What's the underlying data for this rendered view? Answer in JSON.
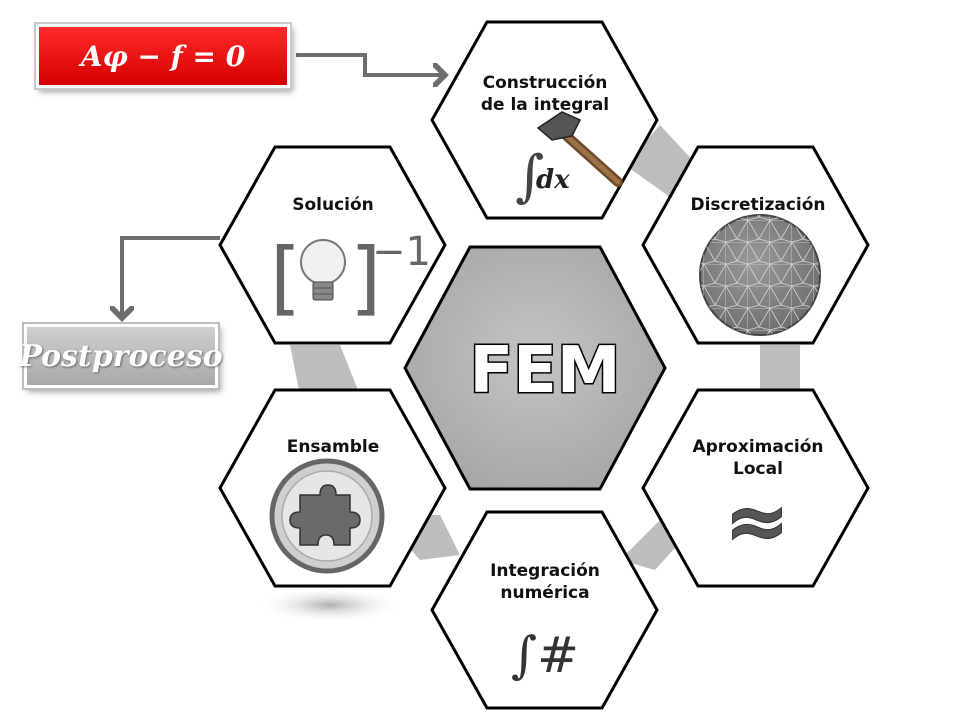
{
  "center": {
    "label": "FEM"
  },
  "equation": {
    "text": "Aφ − f = 0"
  },
  "postprocess": {
    "label": "Postproceso"
  },
  "nodes": [
    {
      "label_1": "Construcción",
      "label_2": "de la integral",
      "symbol": "∫ dx",
      "icon": "hammer-icon"
    },
    {
      "label_1": "Discretización",
      "icon": "mesh-disc-icon"
    },
    {
      "label_1": "Aproximación",
      "label_2": "Local",
      "symbol": "≈"
    },
    {
      "label_1": "Integración",
      "label_2": "numérica",
      "symbol": "∫#"
    },
    {
      "label_1": "Ensamble",
      "icon": "puzzle-icon"
    },
    {
      "label_1": "Solución",
      "symbol": "−1",
      "icon": "light-bulb-icon"
    }
  ],
  "colors": {
    "equation_bg": "#e60000",
    "center_fill": "#b3b3b3",
    "connector": "#bdbdbd",
    "arrow": "#6e6e6e",
    "hex_border": "#000000"
  }
}
